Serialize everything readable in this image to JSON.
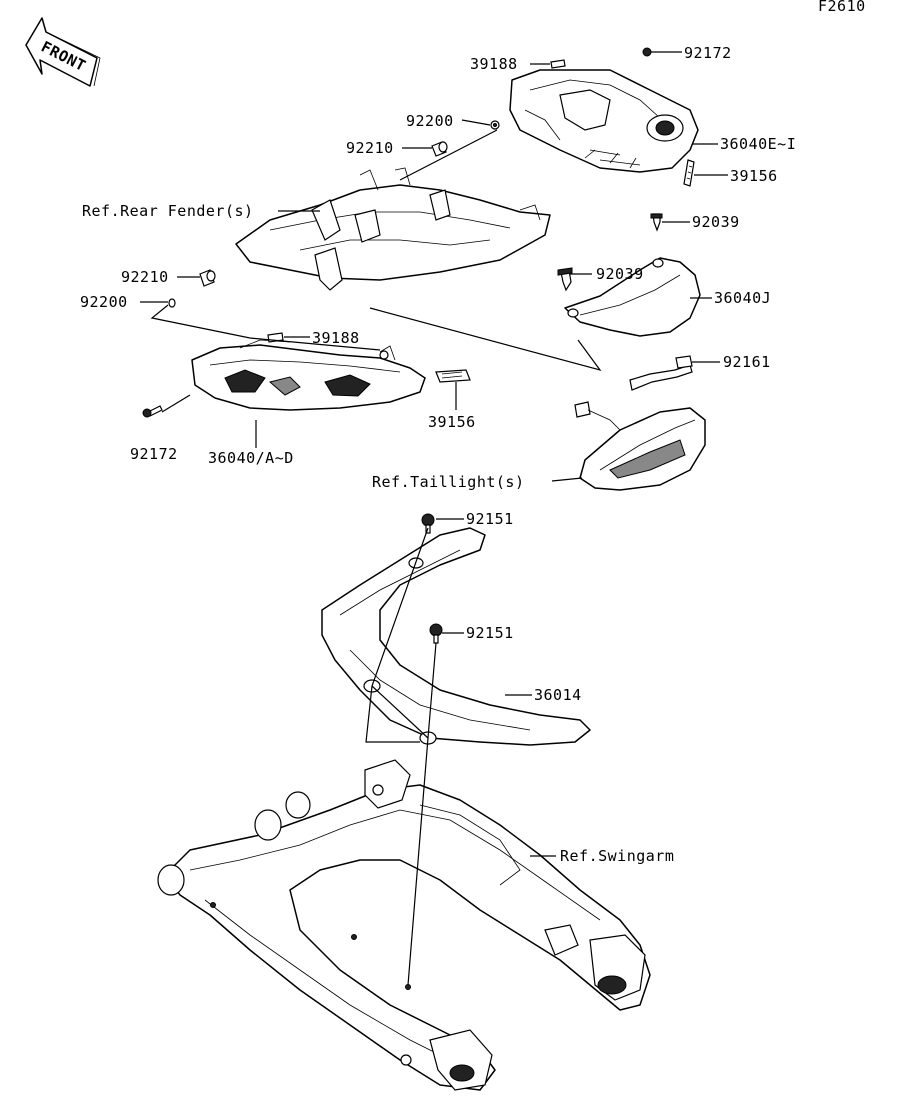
{
  "diagram": {
    "figure_code": "F2610",
    "front_badge": "FRONT",
    "parts": {
      "p_39188_top": "39188",
      "p_92172_top": "92172",
      "p_92200_top": "92200",
      "p_92210_top": "92210",
      "p_36040E": "36040E~I",
      "p_39156_right": "39156",
      "p_ref_rear_fender": "Ref.Rear Fender(s)",
      "p_92039_a": "92039",
      "p_92039_b": "92039",
      "p_92210_left": "92210",
      "p_92200_left": "92200",
      "p_36040J": "36040J",
      "p_39188_mid": "39188",
      "p_92161": "92161",
      "p_92172_left": "92172",
      "p_36040AD": "36040/A~D",
      "p_39156_mid": "39156",
      "p_ref_taillight": "Ref.Taillight(s)",
      "p_92151_a": "92151",
      "p_92151_b": "92151",
      "p_36014": "36014",
      "p_ref_swingarm": "Ref.Swingarm"
    }
  }
}
